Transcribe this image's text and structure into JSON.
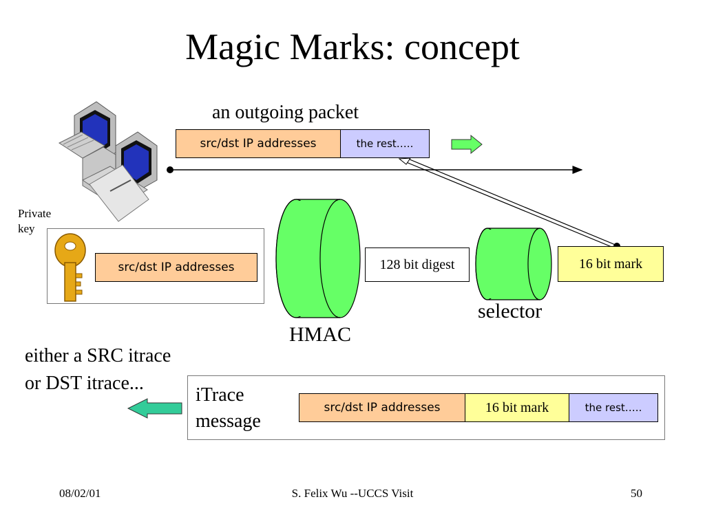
{
  "title": "Magic Marks: concept",
  "outgoing": {
    "caption": "an outgoing packet",
    "field_addr": "src/dst IP addresses",
    "field_rest": "the rest….."
  },
  "private_key": {
    "label_line1": "Private",
    "label_line2": "key",
    "field_addr": "src/dst IP addresses"
  },
  "hmac": {
    "label": "HMAC"
  },
  "digest": {
    "label": "128 bit digest"
  },
  "selector": {
    "label": "selector"
  },
  "mark": {
    "label": "16 bit mark"
  },
  "note": {
    "line1": "either a SRC itrace",
    "line2": "or DST itrace..."
  },
  "itrace": {
    "label_line1": "iTrace",
    "label_line2": "message",
    "field_addr": "src/dst IP addresses",
    "field_mark": "16 bit mark",
    "field_rest": "the rest….."
  },
  "footer": {
    "date": "08/02/01",
    "author": "S. Felix Wu --UCCS Visit",
    "page": "50"
  },
  "colors": {
    "peach": "#ffcc99",
    "lavender": "#ccccff",
    "yellow": "#ffff99",
    "green": "#66ff66",
    "teal": "#33cc99",
    "key_gold": "#e6a817"
  }
}
